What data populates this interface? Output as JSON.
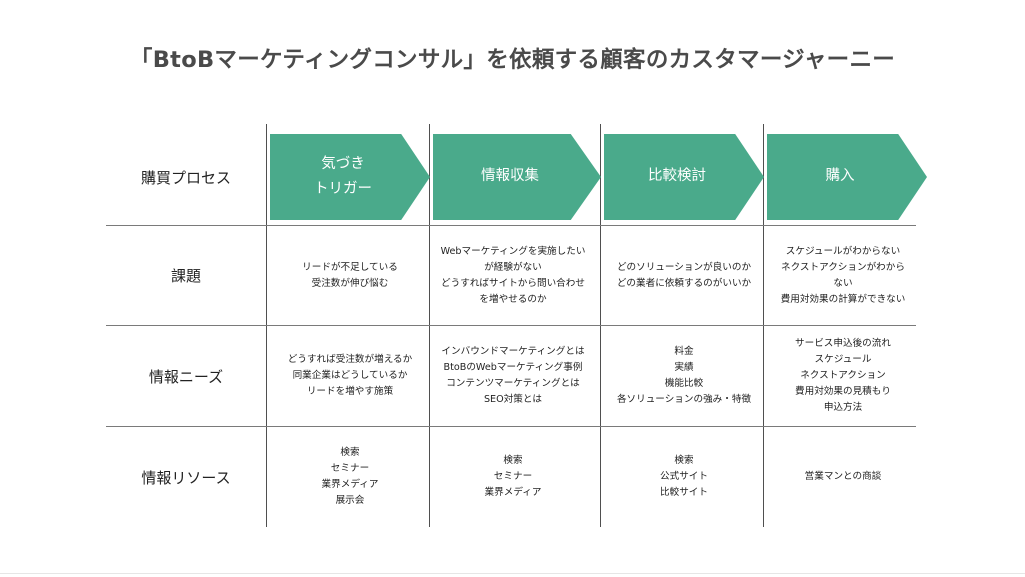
{
  "title": "「BtoBマーケティングコンサル」を依頼する顧客のカスタマージャーニー",
  "rows": [
    {
      "label": "購買プロセス"
    },
    {
      "label": "課題"
    },
    {
      "label": "情報ニーズ"
    },
    {
      "label": "情報リソース"
    }
  ],
  "stages": [
    {
      "label_lines": [
        "気づき",
        "トリガー"
      ]
    },
    {
      "label_lines": [
        "情報収集"
      ]
    },
    {
      "label_lines": [
        "比較検討"
      ]
    },
    {
      "label_lines": [
        "購入"
      ]
    }
  ],
  "cells": {
    "kadai": [
      [
        "リードが不足している",
        "受注数が伸び悩む"
      ],
      [
        "Webマーケティングを実施したい",
        "が経験がない",
        "どうすればサイトから問い合わせ",
        "を増やせるのか"
      ],
      [
        "どのソリューションが良いのか",
        "どの業者に依頼するのがいいか"
      ],
      [
        "スケジュールがわからない",
        "ネクストアクションがわから",
        "ない",
        "費用対効果の計算ができない"
      ]
    ],
    "needs": [
      [
        "どうすれば受注数が増えるか",
        "同業企業はどうしているか",
        "リードを増やす施策"
      ],
      [
        "インバウンドマーケティングとは",
        "BtoBのWebマーケティング事例",
        "コンテンツマーケティングとは",
        "SEO対策とは"
      ],
      [
        "料金",
        "実績",
        "機能比較",
        "各ソリューションの強み・特徴"
      ],
      [
        "サービス申込後の流れ",
        "スケジュール",
        "ネクストアクション",
        "費用対効果の見積もり",
        "申込方法"
      ]
    ],
    "resources": [
      [
        "検索",
        "セミナー",
        "業界メディア",
        "展示会"
      ],
      [
        "検索",
        "セミナー",
        "業界メディア"
      ],
      [
        "検索",
        "公式サイト",
        "比較サイト"
      ],
      [
        "営業マンとの商談"
      ]
    ]
  },
  "colors": {
    "stage_fill": "#4aaa8b",
    "title": "#4a4a4a"
  }
}
